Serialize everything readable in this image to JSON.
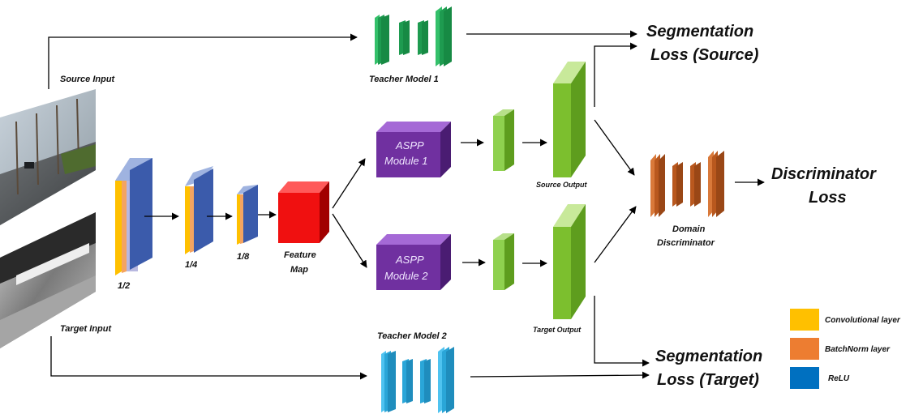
{
  "inputs": {
    "source_label": "Source Input",
    "target_label": "Target Input"
  },
  "teachers": {
    "teacher1_label": "Teacher Model 1",
    "teacher2_label": "Teacher Model 2"
  },
  "encoder": {
    "scale_half": "1/2",
    "scale_quarter": "1/4",
    "scale_eighth": "1/8",
    "feature_map_line1": "Feature",
    "feature_map_line2": "Map"
  },
  "aspp": {
    "module1_line1": "ASPP",
    "module1_line2": "Module 1",
    "module2_line1": "ASPP",
    "module2_line2": "Module 2"
  },
  "outputs": {
    "source_output": "Source Output",
    "target_output": "Target Output"
  },
  "discriminator": {
    "line1": "Domain",
    "line2": "Discriminator"
  },
  "losses": {
    "seg_source_line1": "Segmentation",
    "seg_source_line2": "Loss (Source)",
    "disc_line1": "Discriminator",
    "disc_line2": "Loss",
    "seg_target_line1": "Segmentation",
    "seg_target_line2": "Loss  (Target)"
  },
  "legend": [
    {
      "label": "Convolutional layer",
      "color": "#ffc000"
    },
    {
      "label": "BatchNorm layer",
      "color": "#ed7d31"
    },
    {
      "label": "ReLU",
      "color": "#0070c0"
    }
  ],
  "colors": {
    "teacher1": "#1e9b50",
    "teacher2": "#2aa6d8",
    "encoder_blue": "#3b5bab",
    "feature_red": "#e31212",
    "aspp_purple": "#7030a0",
    "output_green": "#7cbf2e",
    "discriminator_brown": "#b9581e"
  }
}
